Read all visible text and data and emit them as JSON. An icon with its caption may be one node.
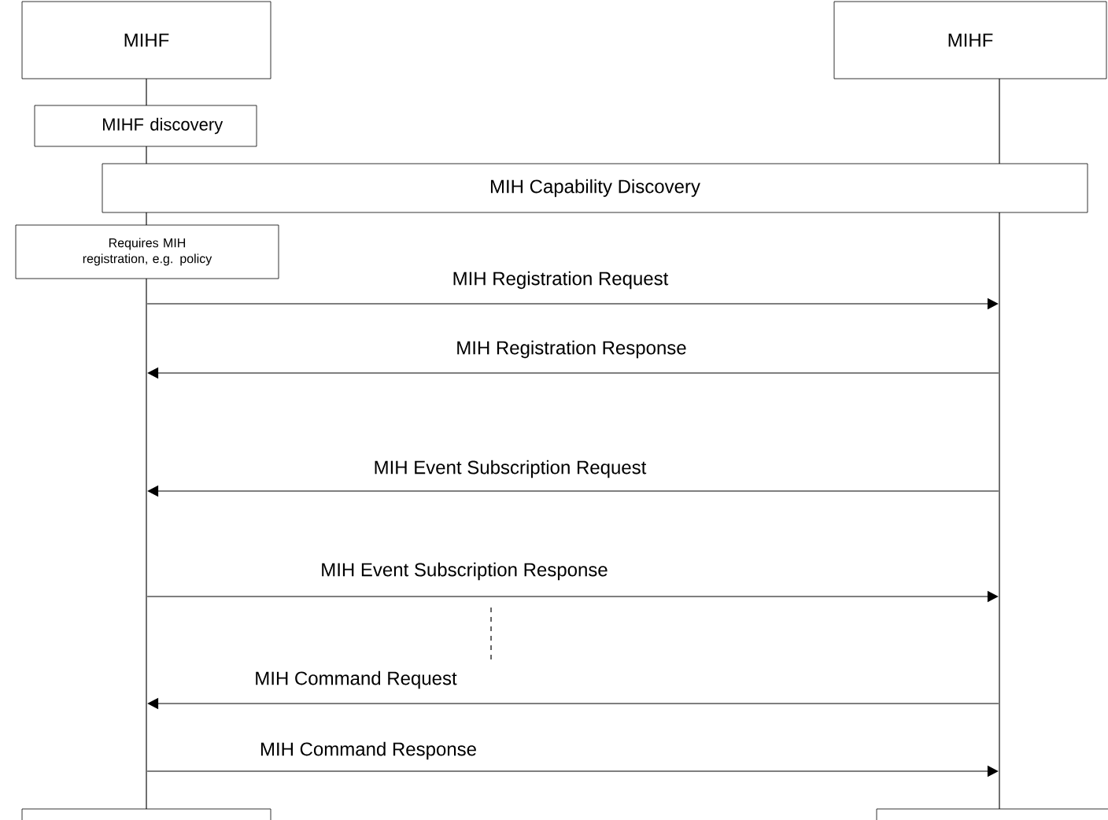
{
  "diagram": {
    "nodes": [
      {
        "text": [
          "MIHF"
        ]
      },
      {
        "text": [
          "MIHF"
        ]
      },
      {
        "text": [
          "MIHF discovery"
        ]
      },
      {
        "text": [
          "MIH Capability Discovery"
        ]
      },
      {
        "text": [
          "Requires MIH registration, e.g. policy"
        ]
      },
      {
        "text": [],
        "shape": "box"
      },
      {
        "text": [],
        "shape": "box"
      },
      {
        "text": [],
        "shape": "bar"
      },
      {
        "text": [],
        "shape": "bar"
      }
    ],
    "edges": [
      {
        "from": 7,
        "to": 8,
        "arrow": "to",
        "label": "MIH Registration Request"
      },
      {
        "from": 8,
        "to": 7,
        "arrow": "to",
        "label": "MIH Registration Response"
      },
      {
        "from": 8,
        "to": 7,
        "arrow": "to",
        "label": "MIH Event Subscription Request"
      },
      {
        "from": 7,
        "to": 8,
        "arrow": "to",
        "label": "MIH Event Subscription Response"
      },
      {
        "from": 8,
        "to": 7,
        "arrow": "to",
        "label": "MIH Command Request"
      },
      {
        "from": 7,
        "to": 8,
        "arrow": "to",
        "label": "MIH Command Response"
      }
    ]
  }
}
